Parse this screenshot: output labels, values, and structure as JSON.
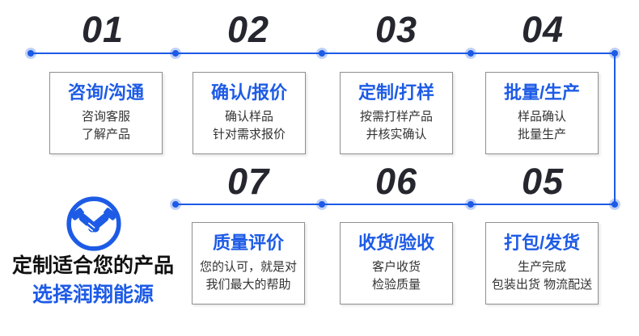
{
  "colors": {
    "accent": "#1d5be6",
    "number": "#26262e",
    "body_text": "#333333",
    "box_border": "#8f8f8f",
    "headline": "#111111"
  },
  "steps_top": [
    {
      "number": "01",
      "title": "咨询/沟通",
      "lines": [
        "咨询客服",
        "了解产品"
      ]
    },
    {
      "number": "02",
      "title": "确认/报价",
      "lines": [
        "确认样品",
        "针对需求报价"
      ]
    },
    {
      "number": "03",
      "title": "定制/打样",
      "lines": [
        "按需打样产品",
        "并核实确认"
      ]
    },
    {
      "number": "04",
      "title": "批量/生产",
      "lines": [
        "样品确认",
        "批量生产"
      ]
    }
  ],
  "steps_bottom": [
    {
      "number": "07",
      "title": "质量评价",
      "lines": [
        "您的认可，就是对",
        "我们最大的帮助"
      ]
    },
    {
      "number": "06",
      "title": "收货/验收",
      "lines": [
        "客户收货",
        "检验质量"
      ]
    },
    {
      "number": "05",
      "title": "打包/发货",
      "lines": [
        "生产完成",
        "包装出货 物流配送"
      ]
    }
  ],
  "footer": {
    "icon": "handshake-icon",
    "headline": "定制适合您的产品",
    "brand_line": "选择润翔能源"
  }
}
